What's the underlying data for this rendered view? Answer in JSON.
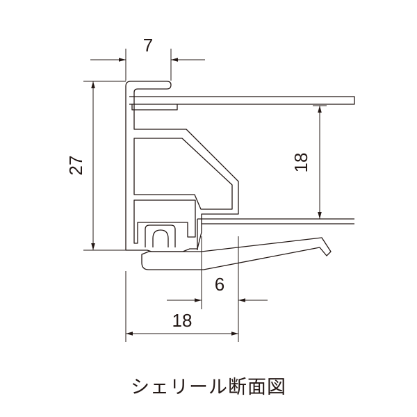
{
  "caption": "シェリール断面図",
  "colors": {
    "line": "#231815",
    "background": "#ffffff"
  },
  "dimensions": {
    "top_width": "7",
    "total_height": "27",
    "inner_height": "18",
    "lower_gap": "6",
    "bottom_width": "18"
  }
}
